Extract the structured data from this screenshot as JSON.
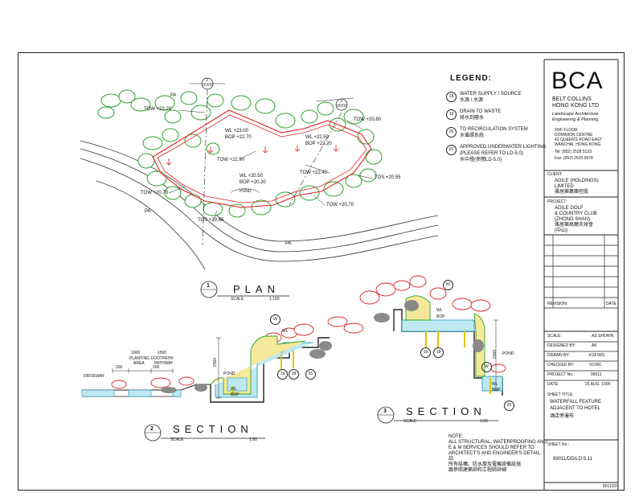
{
  "legend": {
    "title": "LEGEND:",
    "items": [
      {
        "num": "18",
        "text": "WATER SUPPLY / SOURCE",
        "zh": "水源 / 水源"
      },
      {
        "num": "19",
        "text": "DRAIN TO WASTE",
        "zh": "排水到廢水"
      },
      {
        "num": "20",
        "text": "TO RECIRCULATION SYSTEM",
        "zh": "水循環系統"
      },
      {
        "num": "91",
        "text": "APPROVED UNDERWATER LIGHTING",
        "text2": "(PLEASE REFER TO LD-5.0)",
        "zh": "水中燈(參閱LD-5.0)"
      }
    ]
  },
  "firm": {
    "logo": "BCA",
    "name1": "BELT COLLINS",
    "name2": "HONG KONG LTD",
    "sub1": "Landscape Architecture",
    "sub2": "Engineering & Planning",
    "addr1": "20/F FLOOR",
    "addr2": "DOMINION CENTRE",
    "addr3": "43 QUEEN'S ROAD EAST",
    "addr4": "WANCHAI, HONG KONG",
    "tel": "Tel: (852) 2528 5133",
    "fax": "Fax: (852) 2520 0678"
  },
  "client": {
    "label": "CLIENT:",
    "name1": "AGILE (HOLDINGS)",
    "name2": "LIMITED",
    "zh": "雅居樂集團控股"
  },
  "project": {
    "label": "PROJECT:",
    "name1": "AGILE GOLF",
    "name2": "& COUNTRY CLUB",
    "name3": "(ZHONG SHAN)",
    "zh1": "雅居樂高爾夫球會",
    "zh2": "(中山)"
  },
  "revision_label": "REVISION:",
  "date_label": "DATE",
  "info": [
    {
      "k": "SCALE:",
      "v": "AS SHOWN"
    },
    {
      "k": "DESIGNED BY:",
      "v": "AK"
    },
    {
      "k": "DRAWN BY:",
      "v": "KSF/WS"
    },
    {
      "k": "CHECKED BY:",
      "v": "VC/RC"
    },
    {
      "k": "PROJECT No.:",
      "v": "99011"
    },
    {
      "k": "DATE:",
      "v": "25 AUG. 1999"
    }
  ],
  "sheet_title": {
    "label": "SHEET TITLE:",
    "line1": "WATERFALL FEATURE",
    "line2": "ADJACENT TO HOTEL",
    "zh": "酒店旁瀑布"
  },
  "sheet_no": {
    "label": "SHEET No.:",
    "value": "99011/DD/LD-5.11"
  },
  "file_ref": "8011DD",
  "plan": {
    "num": "1",
    "title": "PLAN",
    "scale_label": "SCALE",
    "scale": "1:150",
    "labels": {
      "tow1": "TOW +23.20",
      "tow2": "TOW +20.80",
      "wl1": "WL +23.00",
      "bop1": "BOP +22.70",
      "wl2": "WL +22.50",
      "bop2": "BOP +22.20",
      "tow3": "TOW +22.90",
      "tow4": "TOW +22.40",
      "wl3": "WL +20.50",
      "bop3": "BOP +20.20",
      "pond": "POND",
      "tow5": "TOW +20.70",
      "tow6": "TOW +20.70",
      "tos1": "TOS +20.55",
      "tos2": "TOS +20.65",
      "pa1": "PA",
      "pa2": "PA",
      "pa3": "PA"
    },
    "sec2_tag": "2",
    "sec2_sheet": "LD-5.11",
    "sec3_tag": "3",
    "sec3_sheet": "LD-5.11"
  },
  "section2": {
    "num": "2",
    "title": "SECTION",
    "scale_label": "SCALE",
    "scale": "1:50",
    "labels": {
      "driveway": "DRIVEWAY",
      "planting": "PLANTING",
      "area": "AREA",
      "footpath": "FOOTPATH/",
      "pathway": "PATHWAY",
      "d1000": "1000",
      "d1500": "1500",
      "d200a": "200",
      "d200b": "200",
      "d2500": "2500",
      "pond": "POND",
      "wl": "WL",
      "bop": "BOP",
      "c18": "18",
      "c19": "19",
      "c91": "91",
      "cW": "W"
    }
  },
  "section3": {
    "num": "3",
    "title": "SECTION",
    "scale_label": "SCALE",
    "scale": "1:50",
    "labels": {
      "d2000": "2000",
      "pond": "POND",
      "wl": "WL",
      "bop": "BOP",
      "c18": "18",
      "c19": "19",
      "c20": "20",
      "c91": "91",
      "cW": "W"
    }
  },
  "note": {
    "title": "NOTE:",
    "line1": "ALL STRUCTURAL, WATERPROOFING AND",
    "line2": "E & M SERVICES SHOULD REFER TO",
    "line3": "ARCHITECT'S AND ENGINEER'S DETAIL.",
    "zh_label": "註:",
    "zh1": "所有結構、防水層及電機設備設施",
    "zh2": "跟參照建築師和工程師詳細"
  }
}
